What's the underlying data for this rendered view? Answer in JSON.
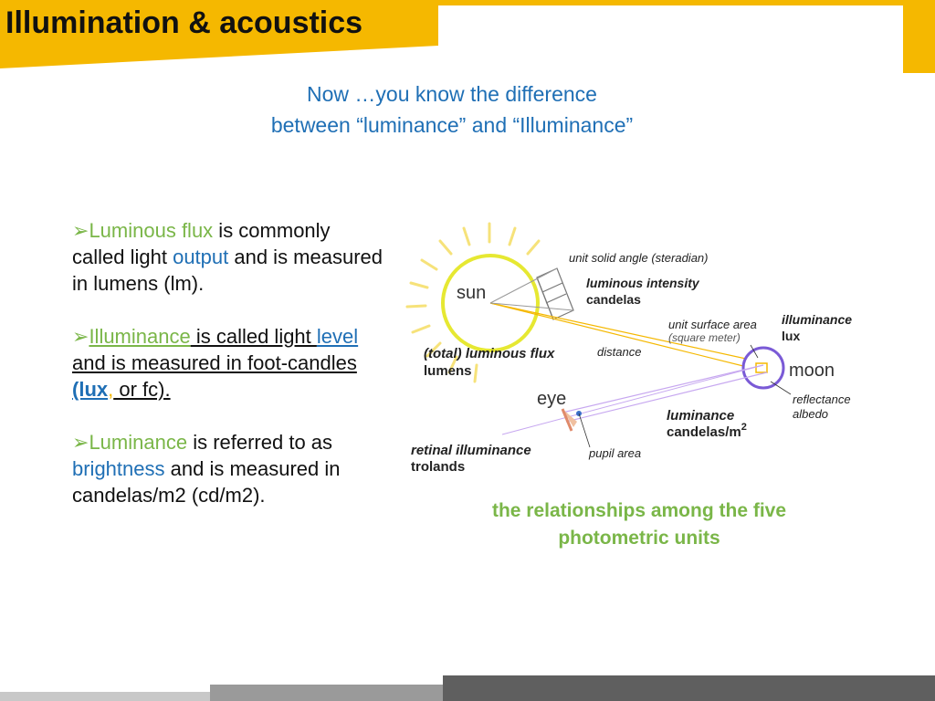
{
  "slide": {
    "title": "Illumination & acoustics",
    "subtitle_line1": "Now …you know the difference",
    "subtitle_line2": "between “luminance” and “Illuminance”",
    "colors": {
      "accent_yellow": "#f5b800",
      "green": "#7ab648",
      "blue": "#1f6fb5",
      "footer_gray": "#808080"
    }
  },
  "bullets": {
    "marker": "➢",
    "b1": {
      "term": "Luminous flux",
      "text1": " is commonly called light ",
      "word": "output",
      "text2": " and is measured in lumens (lm)."
    },
    "b2": {
      "term": "Illuminance",
      "text1": " is called light ",
      "word": "level ",
      "text2": "and is measured in foot-candles ",
      "lux": "(lux",
      "dot": ",",
      "text3": " or fc)."
    },
    "b3": {
      "term": "Luminance",
      "text1": " is referred to as ",
      "word": "brightness",
      "text2": " and is measured in candelas/m2 (cd/m2)."
    }
  },
  "diagram": {
    "sun": "sun",
    "solid_angle": "unit solid angle (steradian)",
    "luminous_intensity": "luminous intensity",
    "candelas": "candelas",
    "unit_surface_area": "unit surface area",
    "square_meter": "(square meter)",
    "illuminance": "illuminance",
    "lux": "lux",
    "total_flux": "(total) luminous flux",
    "lumens": "lumens",
    "distance": "distance",
    "moon": "moon",
    "eye": "eye",
    "reflectance": "reflectance",
    "albedo": "albedo",
    "luminance": "luminance",
    "candelas_m2": "candelas/m",
    "sup2": "2",
    "retinal_illuminance": "retinal illuminance",
    "trolands": "trolands",
    "pupil_area": "pupil area"
  },
  "caption": {
    "line1": "the relationships among the five",
    "line2": "photometric units"
  }
}
